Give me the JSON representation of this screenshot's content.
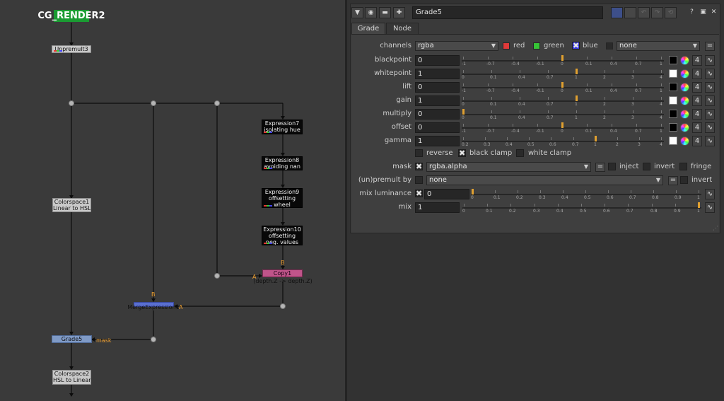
{
  "graph": {
    "title": "CG_RENDER2",
    "nodes": {
      "unpremult": "Unpremult3",
      "cs1_a": "Colorspace1",
      "cs1_b": "Linear to HSL",
      "expr7_a": "Expression7",
      "expr7_b": "isolating hue",
      "expr8_a": "Expression8",
      "expr8_b": "avoiding nan",
      "expr9_a": "Expression9",
      "expr9_b": "offsetting",
      "expr9_c": "wheel",
      "expr10_a": "Expression10",
      "expr10_b": "offsetting",
      "expr10_c": "neg. values",
      "copy_a": "Copy1",
      "copy_b": "(depth.Z -> depth.Z)",
      "merge": "MergeExpression1",
      "grade": "Grade5",
      "cs2_a": "Colorspace2",
      "cs2_b": "HSL to Linear"
    },
    "labels": {
      "b": "B",
      "a": "A",
      "mask": "mask"
    }
  },
  "panel": {
    "node_name": "Grade5",
    "tabs": [
      "Grade",
      "Node"
    ],
    "header_icons": [
      "collapse-icon",
      "viewer-icon",
      "camera-icon",
      "wrench-icon"
    ],
    "header_right_icons": [
      "color-node-icon",
      "color-node2-icon",
      "undo-icon",
      "redo-icon",
      "revert-icon",
      "help-icon",
      "float-icon",
      "close-icon"
    ],
    "header_glyphs": {
      "collapse": "▼",
      "viewer": "◉",
      "camera": "▬",
      "wrench": "✚",
      "help": "?",
      "float": "▣",
      "close": "✕"
    },
    "colors": {
      "red": "#e03a3a",
      "green": "#36c436",
      "blue": "#3a3ae0",
      "handle": "#e0a030"
    },
    "channels": {
      "label": "channels",
      "value": "rgba",
      "red": "red",
      "green": "green",
      "blue": "blue",
      "none": "none"
    },
    "rows": [
      {
        "label": "blackpoint",
        "value": "0",
        "ticks": [
          "-1",
          "-0.7",
          "-0.4",
          "-0.1",
          "0",
          "0.1",
          "0.4",
          "0.7",
          "1"
        ],
        "swatch": "#000000"
      },
      {
        "label": "whitepoint",
        "value": "1",
        "ticks": [
          "0",
          "0.1",
          "0.4",
          "0.7",
          "1",
          "2",
          "3",
          "4"
        ],
        "swatch": "#ffffff"
      },
      {
        "label": "lift",
        "value": "0",
        "ticks": [
          "-1",
          "-0.7",
          "-0.4",
          "-0.1",
          "0",
          "0.1",
          "0.4",
          "0.7",
          "1"
        ],
        "swatch": "#000000"
      },
      {
        "label": "gain",
        "value": "1",
        "ticks": [
          "0",
          "0.1",
          "0.4",
          "0.7",
          "1",
          "2",
          "3",
          "4"
        ],
        "swatch": "#ffffff"
      },
      {
        "label": "multiply",
        "value": "0",
        "ticks": [
          "0",
          "0.1",
          "0.4",
          "0.7",
          "1",
          "2",
          "3",
          "4"
        ],
        "swatch": "#000000"
      },
      {
        "label": "offset",
        "value": "0",
        "ticks": [
          "-1",
          "-0.7",
          "-0.4",
          "-0.1",
          "0",
          "0.1",
          "0.4",
          "0.7",
          "1"
        ],
        "swatch": "#000000"
      },
      {
        "label": "gamma",
        "value": "1",
        "ticks": [
          "0.2",
          "0.3",
          "0.4",
          "0.5",
          "0.6",
          "0.7",
          "1",
          "2",
          "3",
          "4"
        ],
        "swatch": "#ffffff"
      }
    ],
    "four": "4",
    "curve": "∿",
    "checks": {
      "reverse": "reverse",
      "black_clamp": "black clamp",
      "white_clamp": "white clamp"
    },
    "mask": {
      "label": "mask",
      "value": "rgba.alpha",
      "inject": "inject",
      "invert": "invert",
      "fringe": "fringe"
    },
    "premult": {
      "label": "(un)premult by",
      "value": "none",
      "invert": "invert"
    },
    "mix_luminance": {
      "label": "mix luminance",
      "value": "0",
      "ticks": [
        "0",
        "0.1",
        "0.2",
        "0.3",
        "0.4",
        "0.5",
        "0.6",
        "0.7",
        "0.8",
        "0.9",
        "1"
      ]
    },
    "mix": {
      "label": "mix",
      "value": "1",
      "ticks": [
        "0",
        "0.1",
        "0.2",
        "0.3",
        "0.4",
        "0.5",
        "0.6",
        "0.7",
        "0.8",
        "0.9",
        "1"
      ]
    },
    "check_mark": "✖",
    "eq": "="
  }
}
